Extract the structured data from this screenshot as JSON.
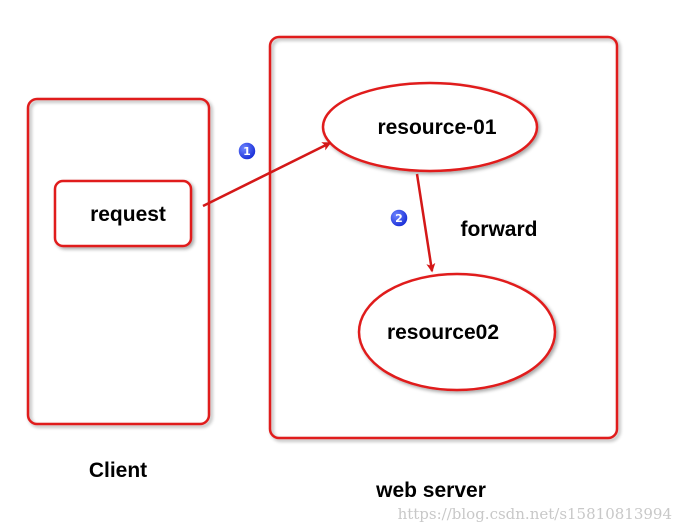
{
  "diagram": {
    "client_label": "Client",
    "server_label": "web server",
    "request_label": "request",
    "resource1_label": "resource-01",
    "resource2_label": "resource02",
    "forward_label": "forward",
    "step1_number": "1",
    "step2_number": "2"
  },
  "watermark": "https://blog.csdn.net/s15810813994",
  "colors": {
    "outline": "#e01b1b",
    "arrow": "#d41818",
    "badge": "#1a2fd8",
    "text": "#000000",
    "watermark": "#c8c8c8"
  }
}
